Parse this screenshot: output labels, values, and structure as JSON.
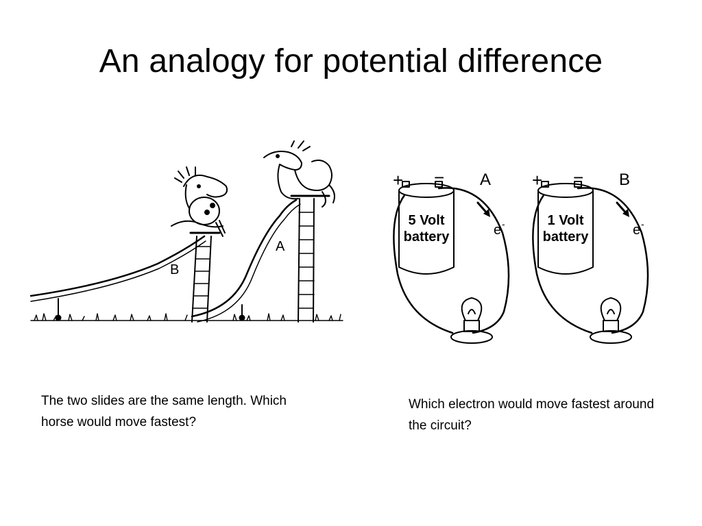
{
  "slide": {
    "title": "An analogy for potential difference"
  },
  "slides_illustration": {
    "label_a": "A",
    "label_b": "B"
  },
  "circuit_a": {
    "plus": "+",
    "minus": "−",
    "letter": "A",
    "battery_line1": "5 Volt",
    "battery_line2": "battery",
    "electron": "e",
    "electron_sup": "-"
  },
  "circuit_b": {
    "plus": "+",
    "minus": "−",
    "letter": "B",
    "battery_line1": "1 Volt",
    "battery_line2": "battery",
    "electron": "e",
    "electron_sup": "-"
  },
  "captions": {
    "left": "The two slides are the same length. Which horse would move fastest?",
    "right": "Which electron would move fastest around the circuit?"
  }
}
